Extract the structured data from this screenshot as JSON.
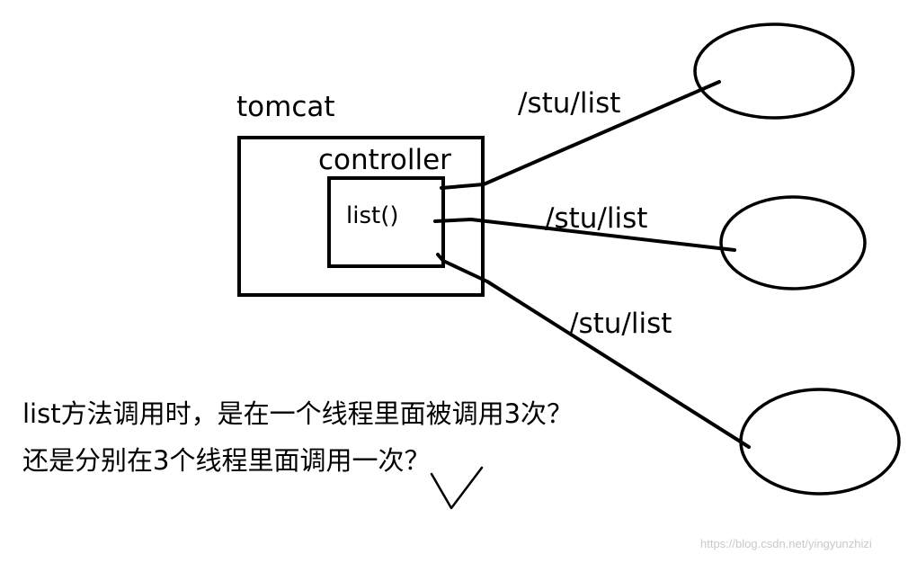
{
  "server": {
    "label": "tomcat",
    "controller_label": "controller",
    "method_label": "list()"
  },
  "requests": [
    {
      "route": "/stu/list"
    },
    {
      "route": "/stu/list"
    },
    {
      "route": "/stu/list"
    }
  ],
  "questions": [
    "list方法调用时，是在一个线程里面被调用3次？",
    "还是分别在3个线程里面调用一次？"
  ],
  "answer_mark": "checkmark-icon",
  "watermark": "https://blog.csdn.net/yingyunzhizi",
  "colors": {
    "stroke": "#000000",
    "background": "#ffffff",
    "watermark": "#c9c9c9"
  }
}
